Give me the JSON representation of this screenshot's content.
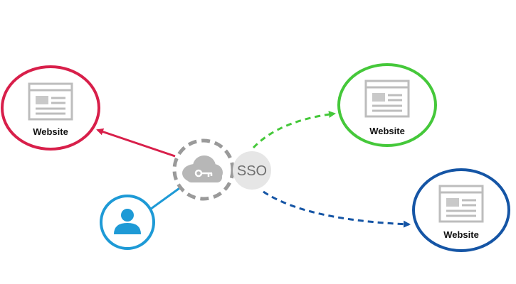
{
  "diagram": {
    "hub": {
      "label": "SSO",
      "icon": "cloud-key-icon"
    },
    "user": {
      "icon": "user-icon",
      "color": "#1e9ad6"
    },
    "websites": [
      {
        "id": "red",
        "label": "Website",
        "color": "#d81f4a",
        "connection": "solid"
      },
      {
        "id": "green",
        "label": "Website",
        "color": "#45c83a",
        "connection": "dashed"
      },
      {
        "id": "blue",
        "label": "Website",
        "color": "#1555a5",
        "connection": "dashed"
      }
    ],
    "colors": {
      "icon_gray": "#bdbdbd",
      "hub_dash": "#9a9a9a",
      "sso_fill": "#e6e6e6",
      "user_link": "#1e9ad6"
    }
  }
}
